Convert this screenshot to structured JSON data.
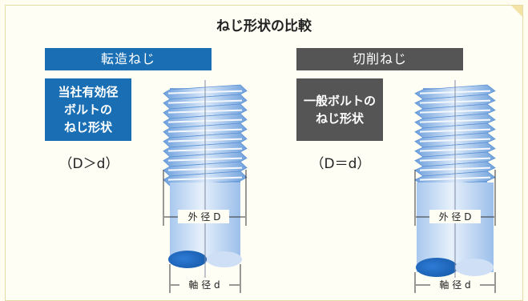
{
  "title": "ねじ形状の比較",
  "left": {
    "header": "転造ねじ",
    "description_lines": [
      "当社有効径",
      "ボルトの",
      "ねじ形状"
    ],
    "relation": "（D＞d）",
    "outer_label": "外 径 D",
    "shaft_label": "軸 径 d"
  },
  "right": {
    "header": "切削ねじ",
    "description_lines": [
      "一般ボルトの",
      "ねじ形状"
    ],
    "relation": "（D＝d）",
    "outer_label": "外 径 D",
    "shaft_label": "軸 径 d"
  },
  "colors": {
    "rolled_header": "#1a6fb4",
    "cut_header": "#555555",
    "thread_light": "#d6e6f8",
    "thread_mid": "#8fb6e6",
    "thread_dark": "#3f7fd0"
  }
}
